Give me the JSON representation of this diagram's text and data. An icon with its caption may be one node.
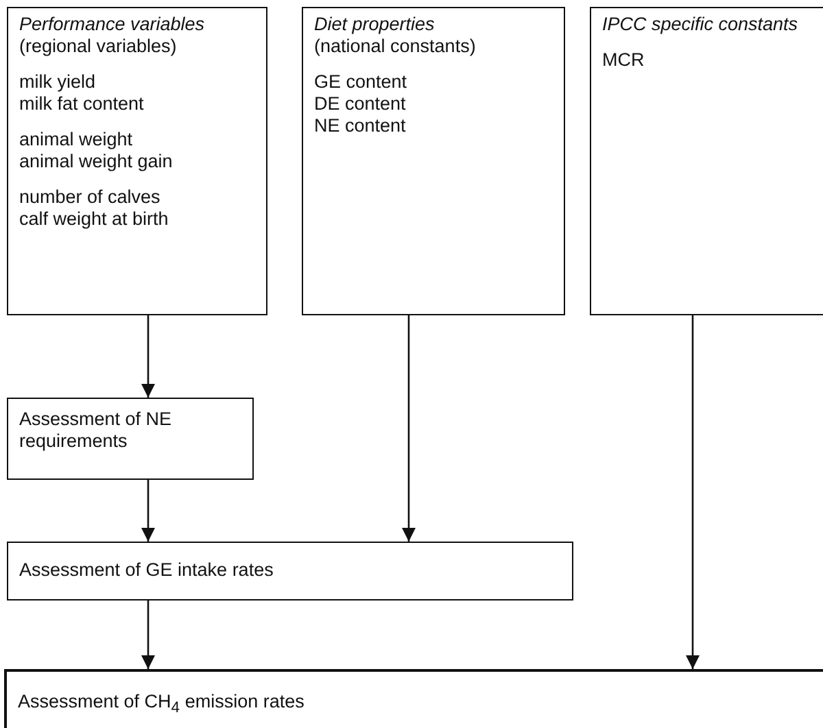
{
  "diagram": {
    "nodes": [
      {
        "text": [
          "Performance variables",
          "(regional variables)",
          "milk yield",
          "milk fat content",
          "animal weight",
          "animal weight gain",
          "number of calves",
          "calf weight at birth"
        ]
      },
      {
        "text": [
          "Diet properties",
          "(national constants)",
          "GE content",
          "DE content",
          "NE content"
        ]
      },
      {
        "text": [
          "IPCC specific constants",
          "MCR"
        ]
      },
      {
        "text": [
          "Assessment of NE requirements"
        ]
      },
      {
        "text": [
          "Assessment of GE intake rates"
        ]
      },
      {
        "text": [
          "Assessment of CH$_{4}$ emission rates"
        ]
      }
    ],
    "edges": [
      {
        "from": 0,
        "to": 3,
        "arrow": "to"
      },
      {
        "from": 3,
        "to": 4,
        "arrow": "to"
      },
      {
        "from": 1,
        "to": 4,
        "arrow": "to"
      },
      {
        "from": 4,
        "to": 5,
        "arrow": "to"
      },
      {
        "from": 2,
        "to": 5,
        "arrow": "to"
      }
    ]
  }
}
